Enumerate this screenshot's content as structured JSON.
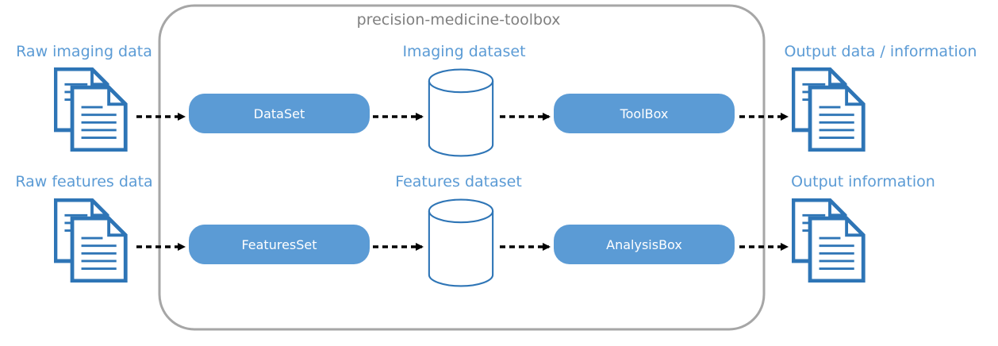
{
  "container": {
    "title": "precision-medicine-toolbox"
  },
  "inputs": {
    "imaging": {
      "label": "Raw imaging data",
      "icon": "document-stack-icon"
    },
    "features": {
      "label": "Raw features data",
      "icon": "document-stack-icon"
    }
  },
  "datasets": {
    "imaging": {
      "label": "Imaging dataset",
      "icon": "database-cylinder-icon"
    },
    "features": {
      "label": "Features dataset",
      "icon": "database-cylinder-icon"
    }
  },
  "processes": {
    "dataset": {
      "label": "DataSet"
    },
    "featuresset": {
      "label": "FeaturesSet"
    },
    "toolbox": {
      "label": "ToolBox"
    },
    "analysisbox": {
      "label": "AnalysisBox"
    }
  },
  "outputs": {
    "imaging": {
      "label": "Output data / information",
      "icon": "document-stack-icon"
    },
    "features": {
      "label": "Output information",
      "icon": "document-stack-icon"
    }
  },
  "colors": {
    "accent": "#5b9bd5",
    "pill_fill": "#5b9bd5",
    "container_border": "#a6a6a6",
    "container_title": "#7f7f7f",
    "icon_stroke": "#2e75b6",
    "arrow": "#000000"
  }
}
